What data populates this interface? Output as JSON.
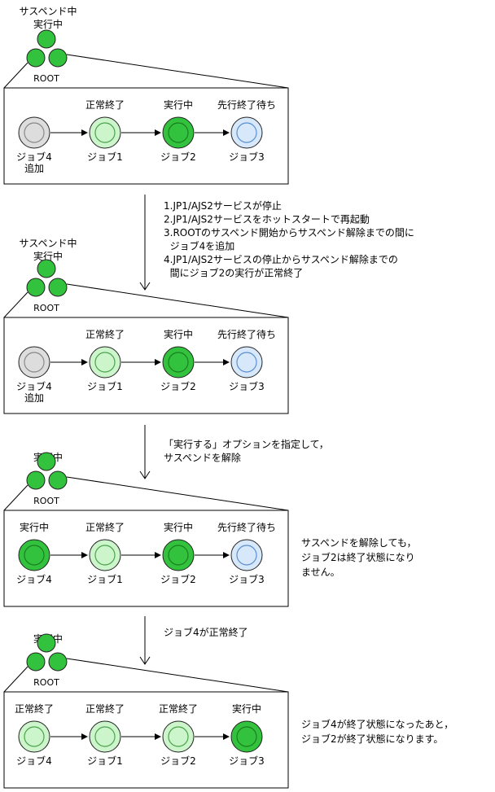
{
  "colors": {
    "running": "#33c23d",
    "running_inner_stroke": "#1a7f1f",
    "ended": "#ccf5cc",
    "ended_inner_stroke": "#4aa34a",
    "waiting": "#d8e8fb",
    "waiting_inner_stroke": "#5a8fd0",
    "added": "#dddddd",
    "added_inner_stroke": "#888888",
    "outline": "#222222"
  },
  "stages": [
    {
      "root": {
        "status_lines": [
          "サスペンド中",
          "実行中"
        ],
        "label": "ROOT"
      },
      "jobs": [
        {
          "status": "",
          "name_lines": [
            "ジョブ4",
            "追加"
          ],
          "state": "added"
        },
        {
          "status": "正常終了",
          "name_lines": [
            "ジョブ1"
          ],
          "state": "ended"
        },
        {
          "status": "実行中",
          "name_lines": [
            "ジョブ2"
          ],
          "state": "running"
        },
        {
          "status": "先行終了待ち",
          "name_lines": [
            "ジョブ3"
          ],
          "state": "waiting"
        }
      ],
      "side_note_lines": []
    },
    {
      "root": {
        "status_lines": [
          "サスペンド中",
          "実行中"
        ],
        "label": "ROOT"
      },
      "jobs": [
        {
          "status": "",
          "name_lines": [
            "ジョブ4",
            "追加"
          ],
          "state": "added"
        },
        {
          "status": "正常終了",
          "name_lines": [
            "ジョブ1"
          ],
          "state": "ended"
        },
        {
          "status": "実行中",
          "name_lines": [
            "ジョブ2"
          ],
          "state": "running"
        },
        {
          "status": "先行終了待ち",
          "name_lines": [
            "ジョブ3"
          ],
          "state": "waiting"
        }
      ],
      "side_note_lines": []
    },
    {
      "root": {
        "status_lines": [
          "実行中"
        ],
        "label": "ROOT"
      },
      "jobs": [
        {
          "status": "実行中",
          "name_lines": [
            "ジョブ4"
          ],
          "state": "running"
        },
        {
          "status": "正常終了",
          "name_lines": [
            "ジョブ1"
          ],
          "state": "ended"
        },
        {
          "status": "実行中",
          "name_lines": [
            "ジョブ2"
          ],
          "state": "running"
        },
        {
          "status": "先行終了待ち",
          "name_lines": [
            "ジョブ3"
          ],
          "state": "waiting"
        }
      ],
      "side_note_lines": [
        "サスペンドを解除しても，",
        "ジョブ2は終了状態になり",
        "ません。"
      ]
    },
    {
      "root": {
        "status_lines": [
          "実行中"
        ],
        "label": "ROOT"
      },
      "jobs": [
        {
          "status": "正常終了",
          "name_lines": [
            "ジョブ4"
          ],
          "state": "ended"
        },
        {
          "status": "正常終了",
          "name_lines": [
            "ジョブ1"
          ],
          "state": "ended"
        },
        {
          "status": "正常終了",
          "name_lines": [
            "ジョブ2"
          ],
          "state": "ended"
        },
        {
          "status": "実行中",
          "name_lines": [
            "ジョブ3"
          ],
          "state": "running"
        }
      ],
      "side_note_lines": [
        "ジョブ4が終了状態になったあと，",
        "ジョブ2が終了状態になります。"
      ]
    }
  ],
  "transitions": [
    {
      "lines": [
        "1.JP1/AJS2サービスが停止",
        "2.JP1/AJS2サービスをホットスタートで再起動",
        "3.ROOTのサスペンド開始からサスペンド解除までの間に",
        "  ジョブ4を追加",
        "4.JP1/AJS2サービスの停止からサスペンド解除までの",
        "  間にジョブ2の実行が正常終了"
      ]
    },
    {
      "lines": [
        "「実行する」オプションを指定して，",
        "サスペンドを解除"
      ]
    },
    {
      "lines": [
        "ジョブ4が正常終了"
      ]
    }
  ]
}
